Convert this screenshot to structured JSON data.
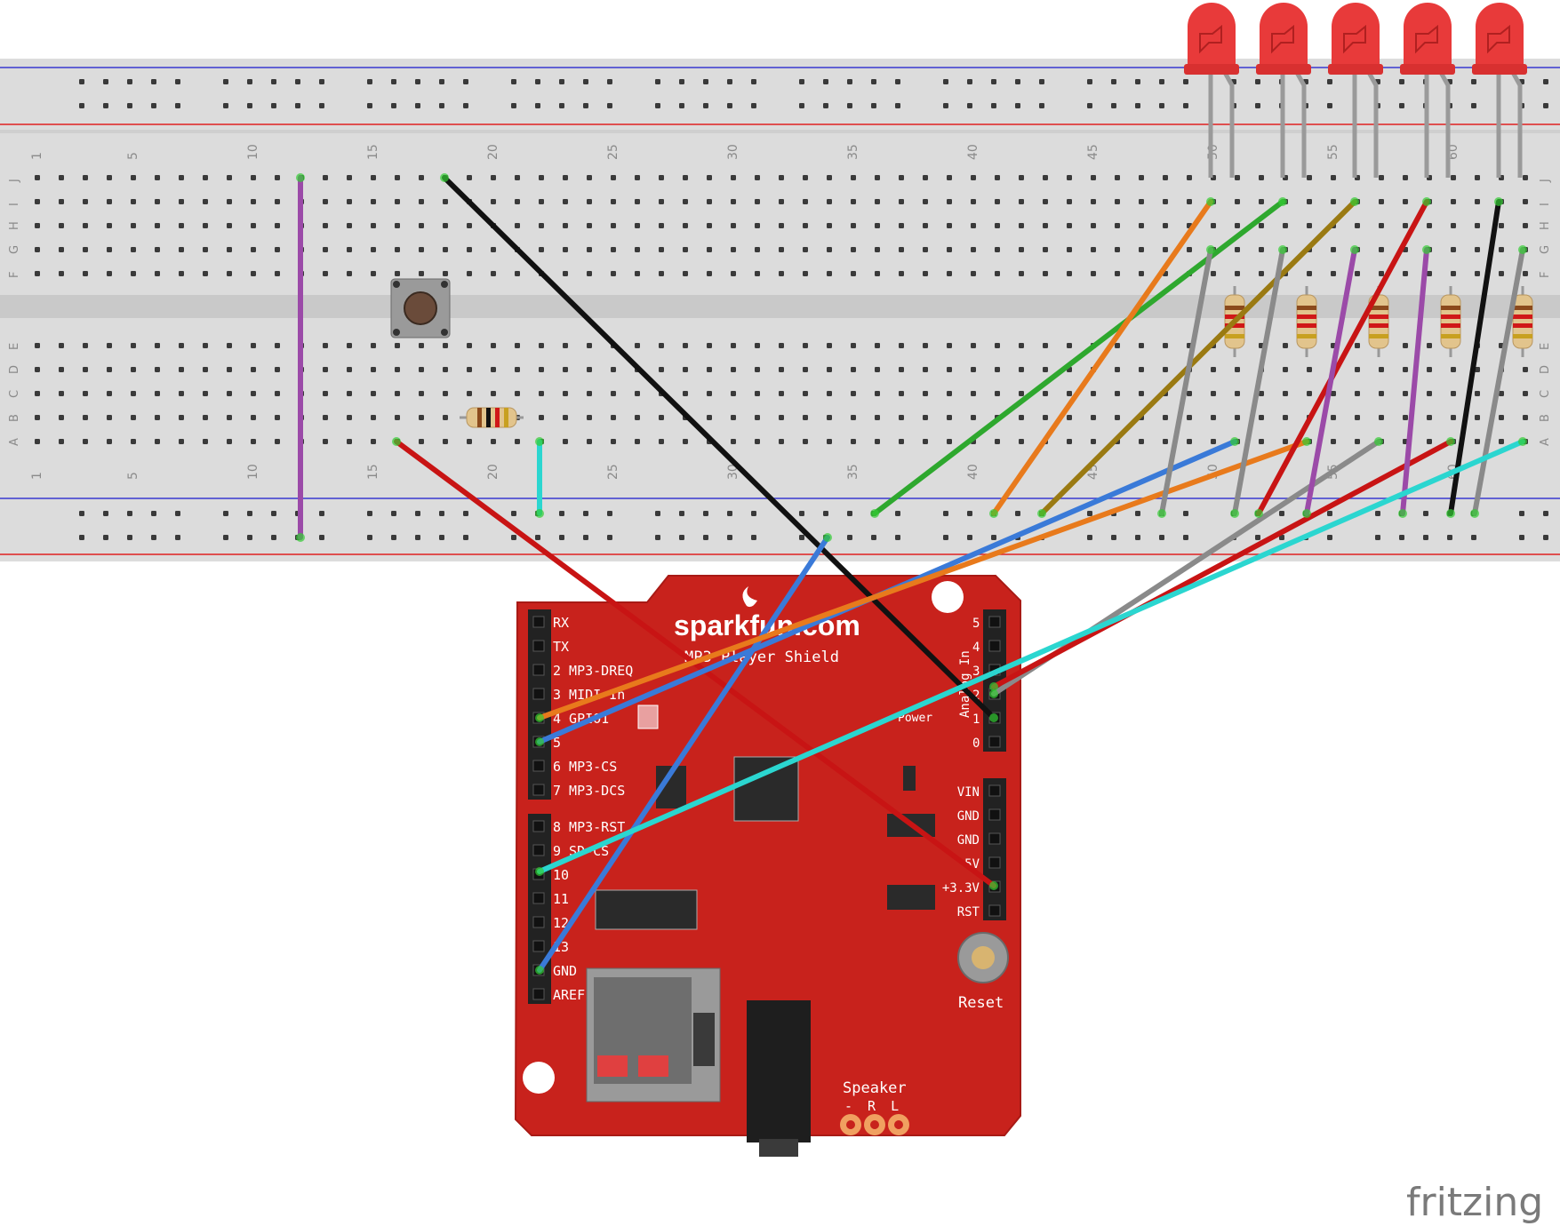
{
  "breadboard": {
    "row_letters_top": [
      "J",
      "I",
      "H",
      "G",
      "F"
    ],
    "row_letters_bottom": [
      "E",
      "D",
      "C",
      "B",
      "A"
    ],
    "column_numbers": [
      "1",
      "5",
      "10",
      "15",
      "20",
      "25",
      "30",
      "35",
      "40",
      "45",
      "50",
      "55",
      "60"
    ],
    "colors": {
      "body": "#dcdcdc",
      "rail_red": "#e02020",
      "rail_blue": "#3a3ad0"
    }
  },
  "shield": {
    "brand": "sparkfun.com",
    "name": "MP3 Player Shield",
    "left_pins_top": [
      "RX",
      "TX",
      "2 MP3-DREQ",
      "3 MIDI-In",
      "4 GPIO1",
      "5",
      "6 MP3-CS",
      "7 MP3-DCS"
    ],
    "left_pins_bottom": [
      "8 MP3-RST",
      "9 SD-CS",
      "10",
      "11",
      "12",
      "13",
      "GND",
      "AREF"
    ],
    "analog_label": "Analog In",
    "analog_pins": [
      "5",
      "4",
      "3",
      "2",
      "1",
      "0"
    ],
    "power_label": "Power",
    "power_pins": [
      "VIN",
      "GND",
      "GND",
      "5V",
      "+3.3V",
      "RST"
    ],
    "reset_label": "Reset",
    "speaker_label": "Speaker",
    "speaker_pins": "- R L",
    "color": "#c8221c"
  },
  "components": {
    "leds": 5,
    "led_color": "#e83a3a",
    "resistors": 6,
    "pushbuttons": 1
  },
  "wires": [
    {
      "color": "#9b4aa8",
      "name": "purple-rail-jumper"
    },
    {
      "color": "#111111",
      "name": "black-wire"
    },
    {
      "color": "#c81414",
      "name": "red-wire"
    },
    {
      "color": "#2bd6d0",
      "name": "cyan-jumper"
    },
    {
      "color": "#2ea82e",
      "name": "green-wire"
    },
    {
      "color": "#e87a1c",
      "name": "orange-wire"
    },
    {
      "color": "#9a7a12",
      "name": "olive-wire"
    },
    {
      "color": "#3a7ad8",
      "name": "blue-wire"
    },
    {
      "color": "#8a8a8a",
      "name": "gray-wire"
    }
  ],
  "footer": {
    "logo": "fritzing"
  }
}
